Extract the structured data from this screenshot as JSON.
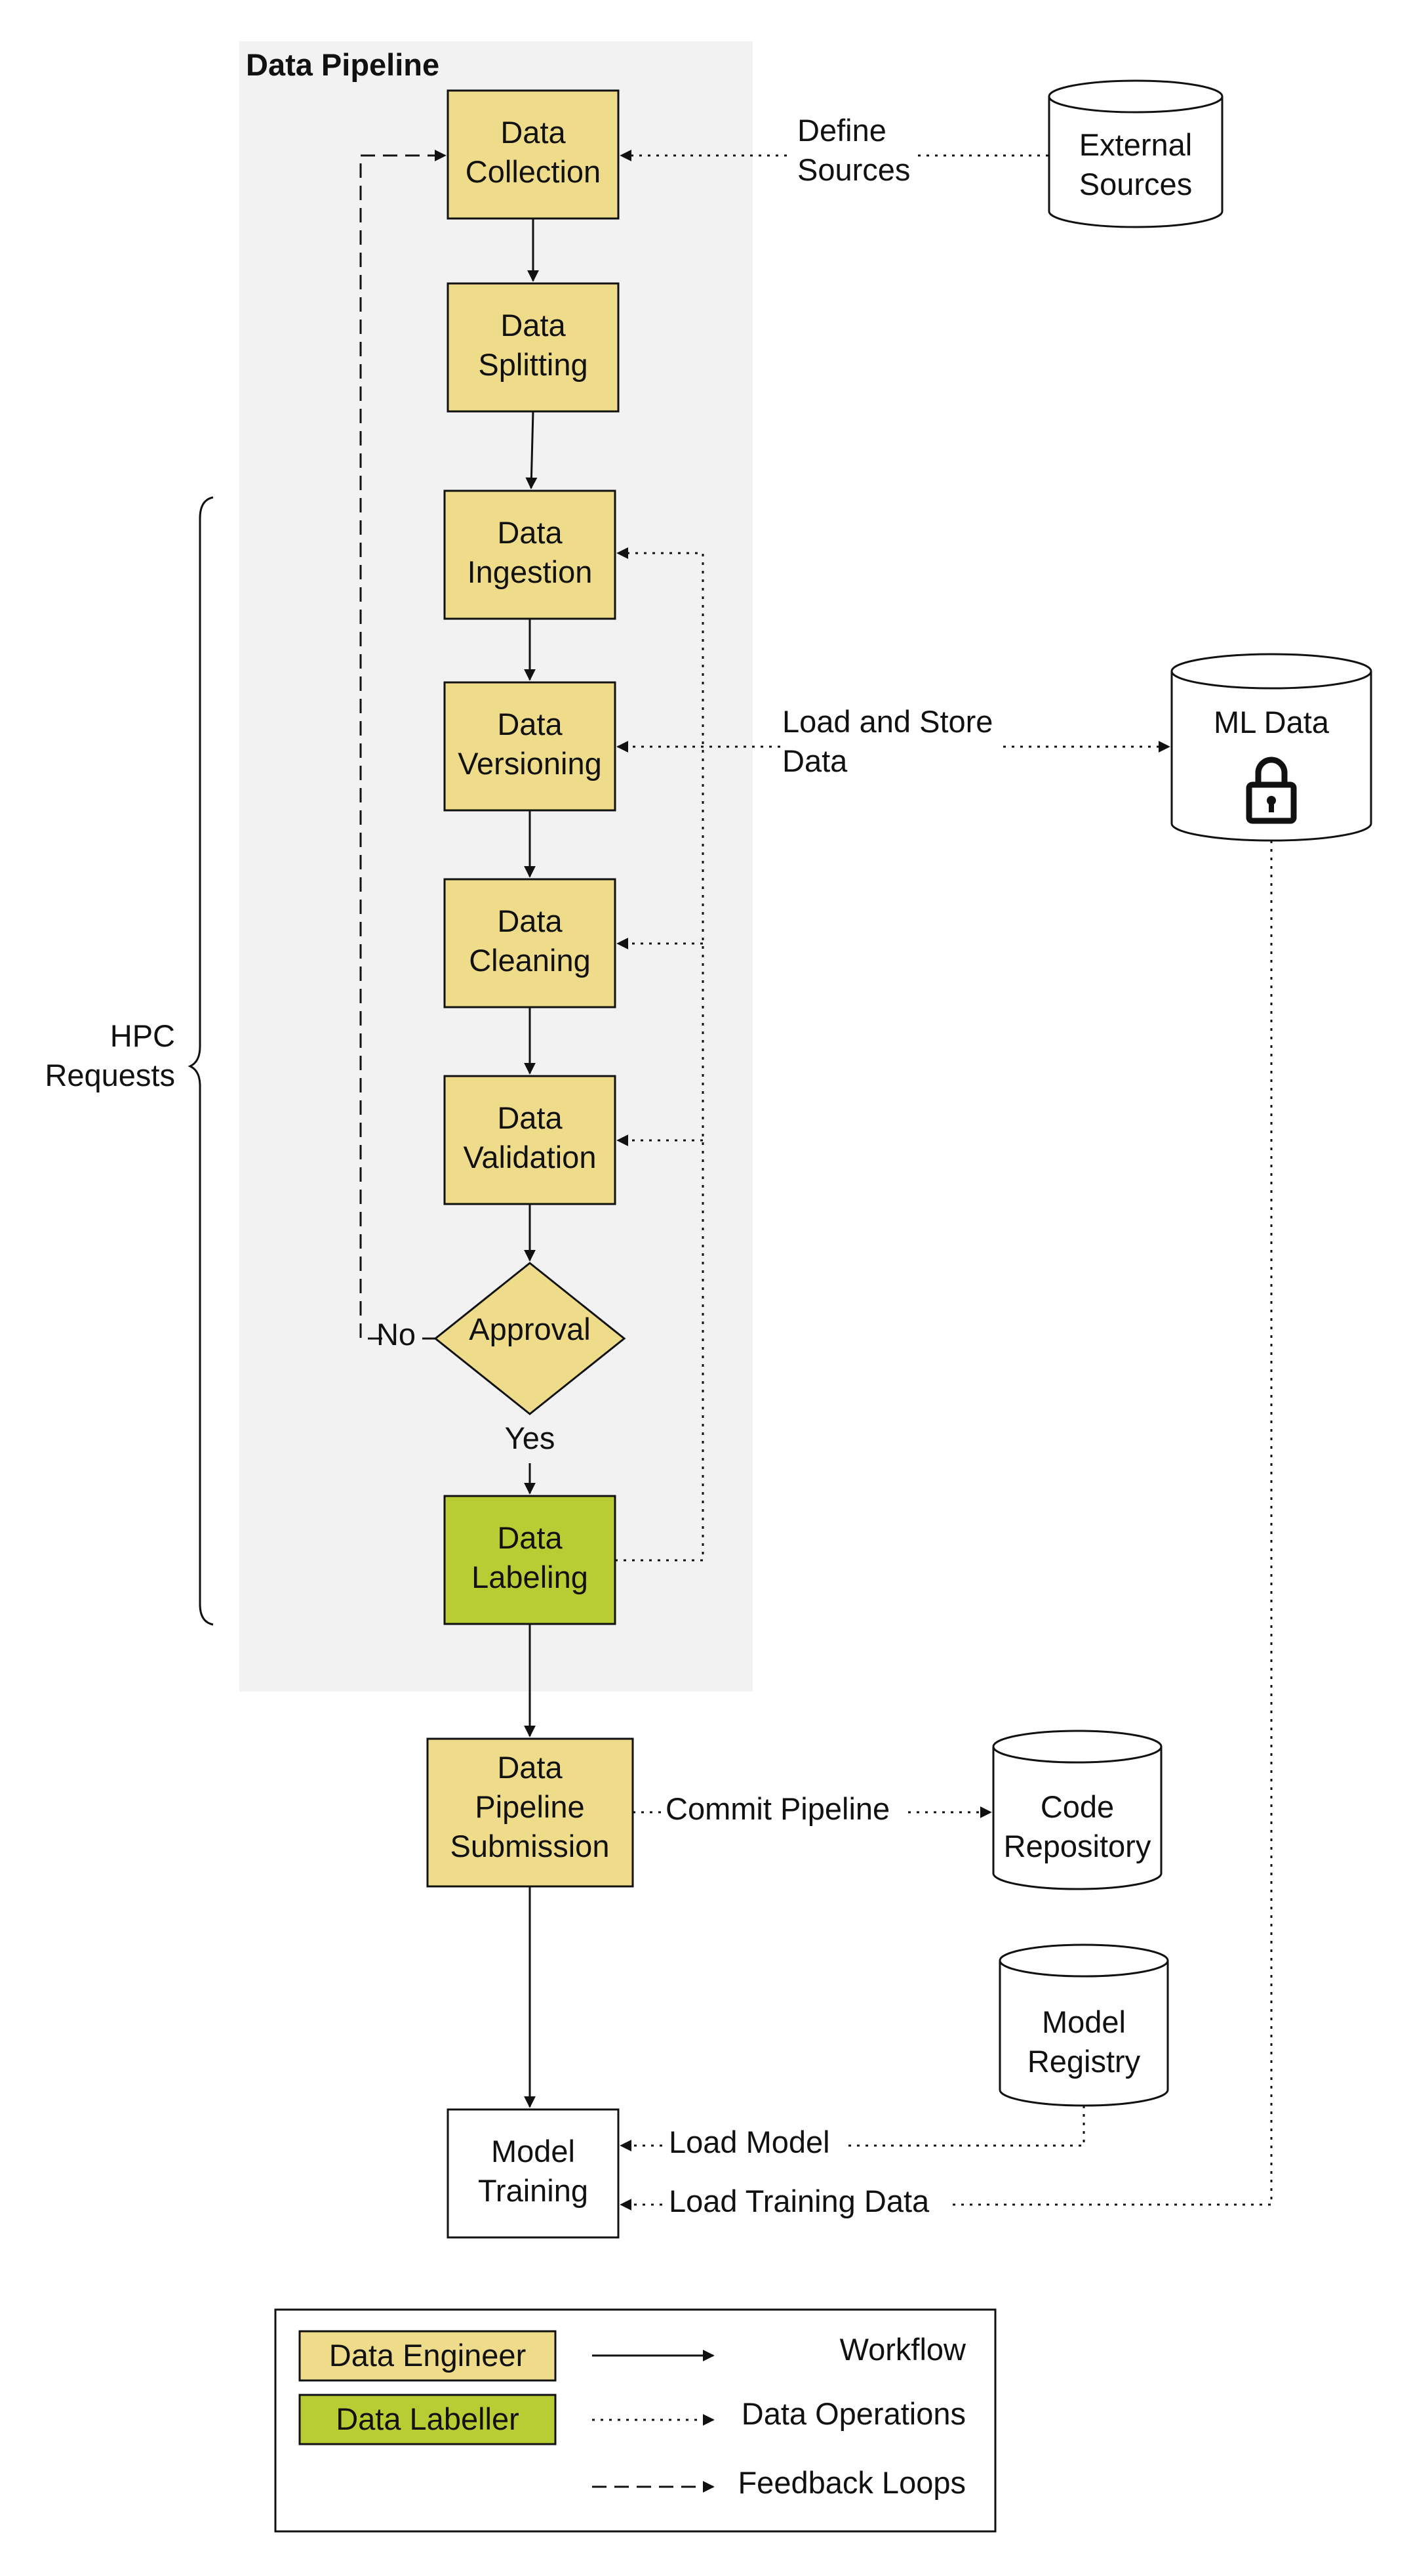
{
  "title": "Data Pipeline",
  "colors": {
    "engineer": "#efdc8b",
    "labeller": "#b8cd33",
    "pipeline_bg": "#f2f2f2",
    "stroke": "#111111"
  },
  "steps": {
    "collection": [
      "Data",
      "Collection"
    ],
    "splitting": [
      "Data",
      "Splitting"
    ],
    "ingestion": [
      "Data",
      "Ingestion"
    ],
    "versioning": [
      "Data",
      "Versioning"
    ],
    "cleaning": [
      "Data",
      "Cleaning"
    ],
    "validation": [
      "Data",
      "Validation"
    ],
    "approval": "Approval",
    "labeling": [
      "Data",
      "Labeling"
    ],
    "submission": [
      "Data",
      "Pipeline",
      "Submission"
    ],
    "training": [
      "Model",
      "Training"
    ]
  },
  "stores": {
    "external": [
      "External",
      "Sources"
    ],
    "ml_data": "ML Data",
    "code_repo": [
      "Code",
      "Repository"
    ],
    "model_registry": [
      "Model",
      "Registry"
    ]
  },
  "edge_labels": {
    "define_sources": [
      "Define",
      "Sources"
    ],
    "load_store": [
      "Load and Store",
      "Data"
    ],
    "commit_pipeline": "Commit Pipeline",
    "load_model": "Load Model",
    "load_training_data": "Load Training Data",
    "no": "No",
    "yes": "Yes"
  },
  "brace_label": [
    "HPC",
    "Requests"
  ],
  "legend": {
    "data_engineer": "Data Engineer",
    "data_labeller": "Data Labeller",
    "workflow": "Workflow",
    "data_operations": "Data Operations",
    "feedback_loops": "Feedback Loops"
  }
}
